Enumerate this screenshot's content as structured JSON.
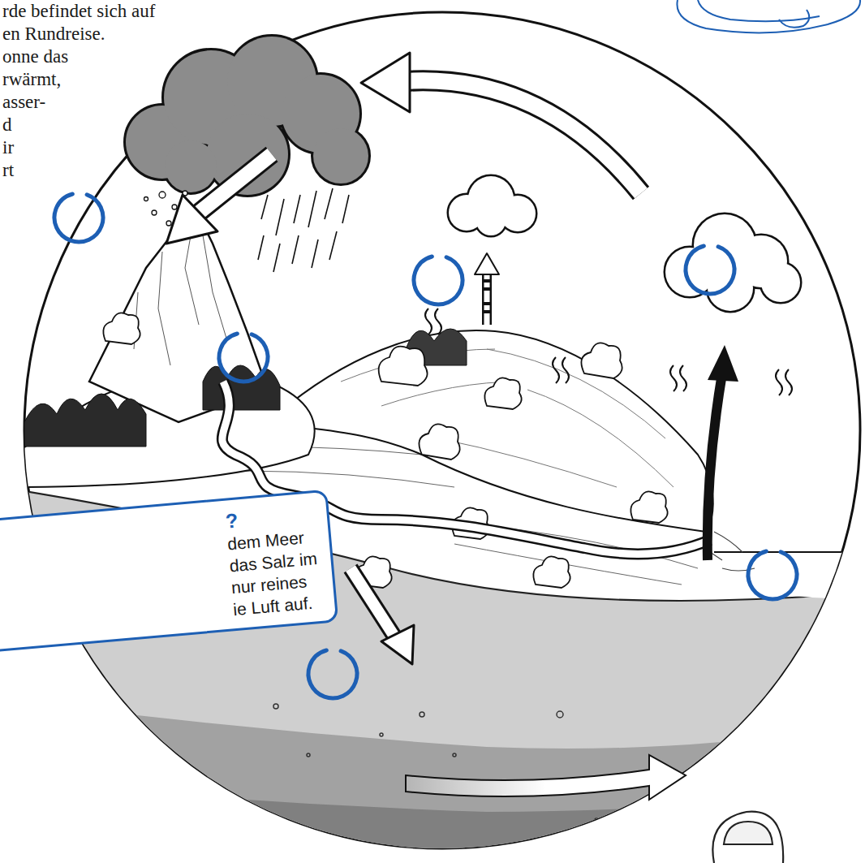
{
  "diagram": {
    "nodes": [
      {
        "text": [
          "?",
          "dem Meer",
          "das Salz im",
          "nur reines",
          "ie Luft auf."
        ]
      }
    ],
    "labels": [
      "rde befindet sich auf",
      "en Rundreise.",
      "onne das",
      "rwärmt,",
      "asser-",
      "d",
      "ir",
      "rt"
    ]
  }
}
